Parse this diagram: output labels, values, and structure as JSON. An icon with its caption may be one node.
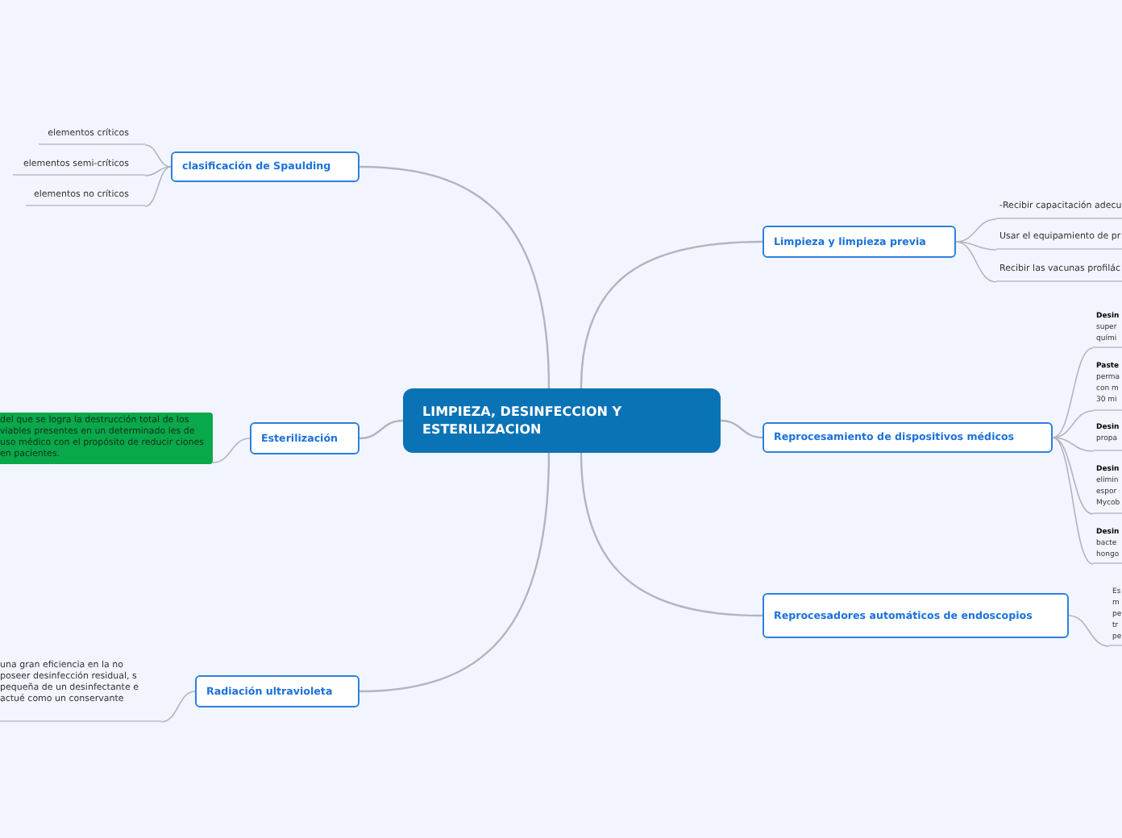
{
  "diagram": {
    "nodes": [
      {
        "text": [
          "LIMPIEZA, DESINFECCION Y ESTERILIZACION"
        ]
      },
      {
        "text": [
          "clasificación de Spaulding"
        ]
      },
      {
        "text": [
          "elementos críticos"
        ]
      },
      {
        "text": [
          "elementos semi-críticos"
        ]
      },
      {
        "text": [
          "elementos no críticos"
        ]
      },
      {
        "text": [
          "Esterilización"
        ]
      },
      {
        "text": [
          "del que se logra la destrucción total de los viables presentes en un determinado les de uso médico con el propósito de reducir ciones en pacientes."
        ]
      },
      {
        "text": [
          "Radiación ultravioleta"
        ]
      },
      {
        "text": [
          "una gran eficiencia en la no poseer desinfección residual, s pequeña de un desinfectante e actué como un conservante"
        ]
      },
      {
        "text": [
          "Limpieza y limpieza previa"
        ]
      },
      {
        "text": [
          "-Recibir capacitación adecu"
        ]
      },
      {
        "text": [
          "Usar el equipamiento de pr"
        ]
      },
      {
        "text": [
          "Recibir las vacunas profilác"
        ]
      },
      {
        "text": [
          "Reprocesamiento de dispositivos médicos"
        ]
      },
      {
        "text": [
          "Desin",
          "super quími"
        ]
      },
      {
        "text": [
          "Paste",
          "perma con m 30 mi"
        ]
      },
      {
        "text": [
          "Desin",
          "propa"
        ]
      },
      {
        "text": [
          "Desin",
          "elimin espor Mycob"
        ]
      },
      {
        "text": [
          "Desin",
          "bacte hongo"
        ]
      },
      {
        "text": [
          "Reprocesadores automáticos de endoscopios"
        ]
      },
      {
        "text": [
          "Es m pe tr pe"
        ]
      }
    ],
    "edges": [
      {
        "from": 0,
        "to": 1,
        "arrow": "none"
      },
      {
        "from": 1,
        "to": 2,
        "arrow": "none"
      },
      {
        "from": 1,
        "to": 3,
        "arrow": "none"
      },
      {
        "from": 1,
        "to": 4,
        "arrow": "none"
      },
      {
        "from": 0,
        "to": 5,
        "arrow": "none"
      },
      {
        "from": 5,
        "to": 6,
        "arrow": "none"
      },
      {
        "from": 0,
        "to": 7,
        "arrow": "none"
      },
      {
        "from": 7,
        "to": 8,
        "arrow": "none"
      },
      {
        "from": 0,
        "to": 9,
        "arrow": "none"
      },
      {
        "from": 9,
        "to": 10,
        "arrow": "none"
      },
      {
        "from": 9,
        "to": 11,
        "arrow": "none"
      },
      {
        "from": 9,
        "to": 12,
        "arrow": "none"
      },
      {
        "from": 0,
        "to": 13,
        "arrow": "none"
      },
      {
        "from": 13,
        "to": 14,
        "arrow": "none"
      },
      {
        "from": 13,
        "to": 15,
        "arrow": "none"
      },
      {
        "from": 13,
        "to": 16,
        "arrow": "none"
      },
      {
        "from": 13,
        "to": 17,
        "arrow": "none"
      },
      {
        "from": 13,
        "to": 18,
        "arrow": "none"
      },
      {
        "from": 0,
        "to": 19,
        "arrow": "none"
      },
      {
        "from": 19,
        "to": 20,
        "arrow": "none"
      }
    ]
  }
}
